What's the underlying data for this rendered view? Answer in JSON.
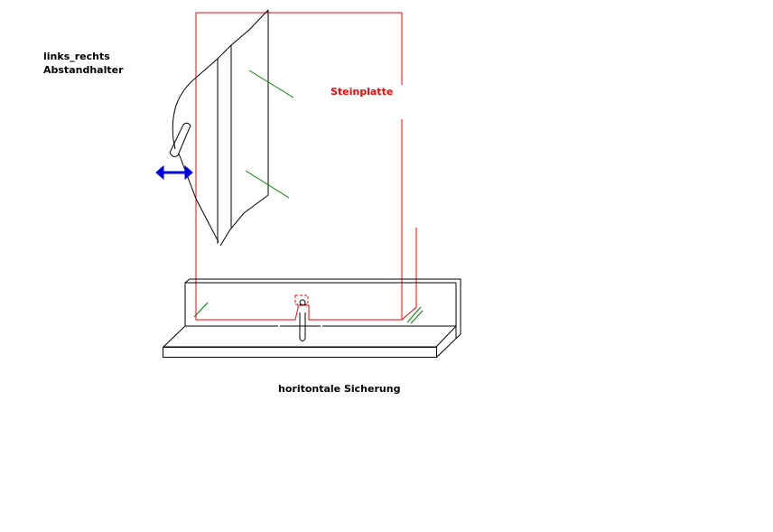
{
  "labels": {
    "spacer_line1": "links_rechts",
    "spacer_line2": "Abstandhalter",
    "stone_plate": "Steinplatte",
    "horizontal_lock": "horitontale Sicherung"
  },
  "colors": {
    "outline": "#000000",
    "stone_plate": "#ff0000",
    "marker": "#008000",
    "arrow": "#0000e0"
  }
}
